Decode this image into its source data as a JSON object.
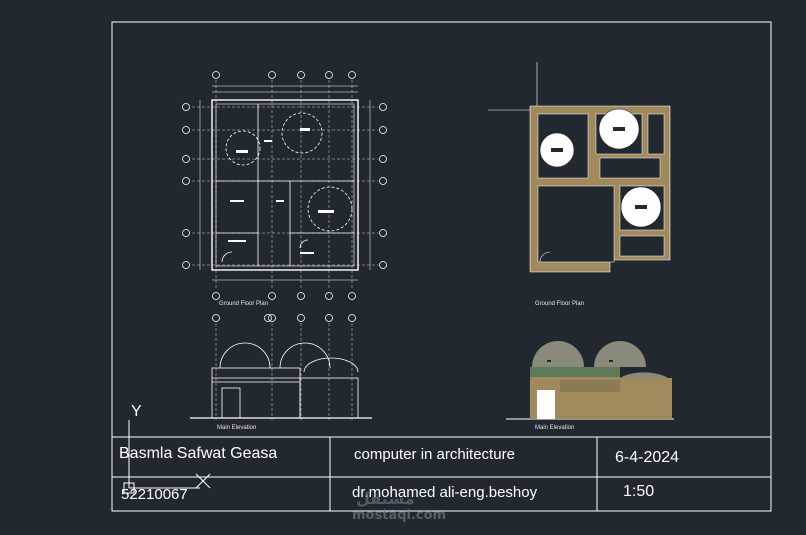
{
  "title_block": {
    "student_name": "Basmla Safwat Geasa",
    "student_id": "52210067",
    "course": "computer in architecture",
    "instructors": "dr.mohamed ali-eng.beshoy",
    "date": "6-4-2024",
    "scale": "1:50"
  },
  "drawings": {
    "plan_left_label": "Ground Floor Plan",
    "plan_right_label": "Ground Floor Plan",
    "elev_left_label": "Main Elevation",
    "elev_right_label": "Main Elevation"
  },
  "ucs": {
    "y_label": "Y"
  },
  "watermark": {
    "arabic": "مستقل",
    "domain": "mostaql.com"
  },
  "colors": {
    "background": "#212830",
    "lines": "#ffffff",
    "wall_fill": "#a08a5c",
    "dome_fill": "#8a8a7a",
    "band_fill": "#5d7a5a"
  }
}
